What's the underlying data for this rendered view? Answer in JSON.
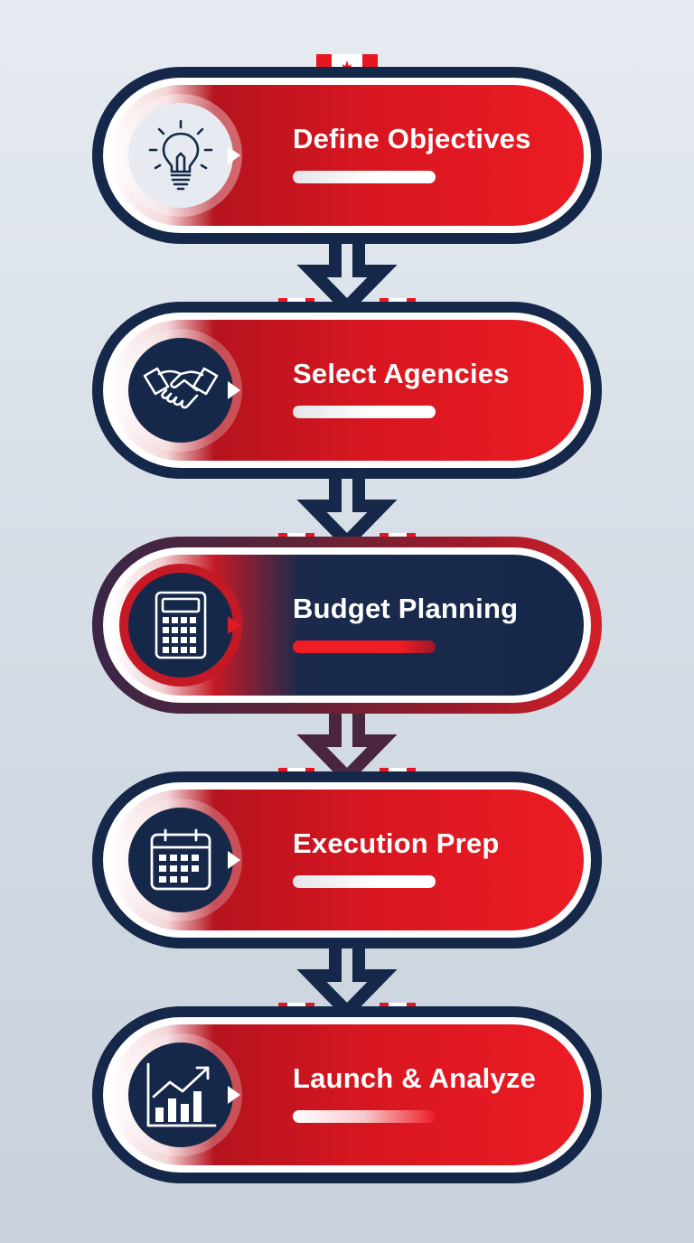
{
  "steps": [
    {
      "title": "Define Objectives",
      "icon": "lightbulb-icon"
    },
    {
      "title": "Select Agencies",
      "icon": "handshake-icon"
    },
    {
      "title": "Budget Planning",
      "icon": "calculator-icon"
    },
    {
      "title": "Execution Prep",
      "icon": "calendar-icon"
    },
    {
      "title": "Launch & Analyze",
      "icon": "growth-chart-icon"
    }
  ],
  "colors": {
    "navy": "#16284a",
    "red": "#e4161f",
    "background": "#dbe1e8"
  }
}
